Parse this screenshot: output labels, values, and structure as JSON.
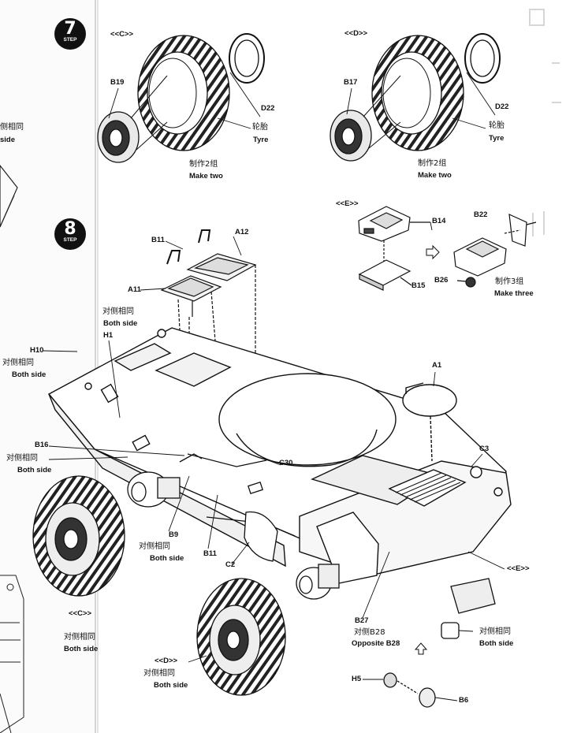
{
  "steps": [
    {
      "number": "7",
      "tag": "STEP"
    },
    {
      "number": "8",
      "tag": "STEP"
    }
  ],
  "step7": {
    "group_c": {
      "title": "<<C>>",
      "hub_part": "B19",
      "tyre_part": "D22",
      "tyre_zh": "轮胎",
      "tyre_en": "Tyre",
      "qty_zh": "制作2组",
      "qty_en": "Make two"
    },
    "group_d": {
      "title": "<<D>>",
      "hub_part": "B17",
      "tyre_part": "D22",
      "tyre_zh": "轮胎",
      "tyre_en": "Tyre",
      "qty_zh": "制作2组",
      "qty_en": "Make two"
    }
  },
  "step8": {
    "subassembly_e": {
      "title": "<<E>>",
      "parts": [
        "B14",
        "B15",
        "B22",
        "B26"
      ],
      "qty_zh": "制作3组",
      "qty_en": "Make three"
    },
    "labels": {
      "B11_top": "B11",
      "A12": "A12",
      "A11": "A11",
      "both_zh": "对侧相同",
      "both_en": "Both side",
      "H1": "H1",
      "H10": "H10",
      "B16": "B16",
      "A1": "A1",
      "C3": "C3",
      "C30": "C30",
      "B9": "B9",
      "B11_low": "B11",
      "C2": "C2",
      "E_ref": "<<E>>",
      "B27": "B27",
      "opp_zh": "对侧B28",
      "opp_en": "Opposite B28",
      "C_ref": "<<C>>",
      "D_ref": "<<D>>",
      "H5": "H5",
      "B6": "B6"
    }
  },
  "margin_fragment": {
    "zh": "侧相同",
    "en": "side"
  }
}
